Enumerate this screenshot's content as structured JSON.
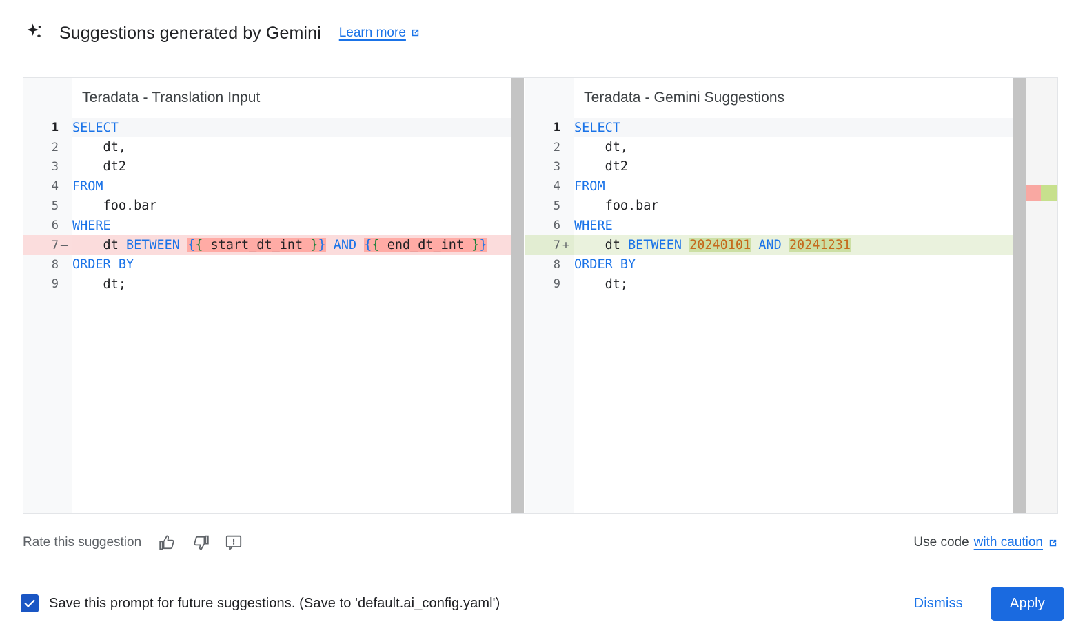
{
  "header": {
    "icon": "sparkle-icon",
    "title": "Suggestions generated by Gemini",
    "learn_more": "Learn more",
    "learn_more_icon": "external-link-icon"
  },
  "diff": {
    "left": {
      "title": "Teradata - Translation Input",
      "lines": [
        {
          "n": "1",
          "sign": "",
          "state": "active",
          "indent": false,
          "tokens": [
            {
              "t": "SELECT",
              "c": "kw"
            }
          ]
        },
        {
          "n": "2",
          "sign": "",
          "state": "",
          "indent": true,
          "tokens": [
            {
              "t": "    dt,",
              "c": ""
            }
          ]
        },
        {
          "n": "3",
          "sign": "",
          "state": "",
          "indent": true,
          "tokens": [
            {
              "t": "    dt2",
              "c": ""
            }
          ]
        },
        {
          "n": "4",
          "sign": "",
          "state": "",
          "indent": false,
          "tokens": [
            {
              "t": "FROM",
              "c": "kw"
            }
          ]
        },
        {
          "n": "5",
          "sign": "",
          "state": "",
          "indent": true,
          "tokens": [
            {
              "t": "    foo.bar",
              "c": ""
            }
          ]
        },
        {
          "n": "6",
          "sign": "",
          "state": "",
          "indent": false,
          "tokens": [
            {
              "t": "WHERE",
              "c": "kw"
            }
          ]
        },
        {
          "n": "7",
          "sign": "–",
          "state": "del",
          "indent": false,
          "tokens": [
            {
              "t": "    dt ",
              "c": ""
            },
            {
              "t": "BETWEEN",
              "c": "kw"
            },
            {
              "t": " ",
              "c": ""
            },
            {
              "t": "{",
              "c": "tpl-open hl-del"
            },
            {
              "t": "{",
              "c": "tpl-close hl-del"
            },
            {
              "t": " start_dt_int ",
              "c": "hl-del"
            },
            {
              "t": "}",
              "c": "tpl-close hl-del"
            },
            {
              "t": "}",
              "c": "tpl-open hl-del"
            },
            {
              "t": " ",
              "c": ""
            },
            {
              "t": "AND",
              "c": "kw"
            },
            {
              "t": " ",
              "c": ""
            },
            {
              "t": "{",
              "c": "tpl-open hl-del"
            },
            {
              "t": "{",
              "c": "tpl-close hl-del"
            },
            {
              "t": " end_dt_int ",
              "c": "hl-del"
            },
            {
              "t": "}",
              "c": "tpl-close hl-del"
            },
            {
              "t": "}",
              "c": "tpl-open hl-del"
            }
          ]
        },
        {
          "n": "8",
          "sign": "",
          "state": "",
          "indent": false,
          "tokens": [
            {
              "t": "ORDER BY",
              "c": "kw"
            }
          ]
        },
        {
          "n": "9",
          "sign": "",
          "state": "",
          "indent": true,
          "tokens": [
            {
              "t": "    dt;",
              "c": ""
            }
          ]
        }
      ]
    },
    "right": {
      "title": "Teradata - Gemini Suggestions",
      "lines": [
        {
          "n": "1",
          "sign": "",
          "state": "active",
          "indent": false,
          "tokens": [
            {
              "t": "SELECT",
              "c": "kw"
            }
          ]
        },
        {
          "n": "2",
          "sign": "",
          "state": "",
          "indent": true,
          "tokens": [
            {
              "t": "    dt,",
              "c": ""
            }
          ]
        },
        {
          "n": "3",
          "sign": "",
          "state": "",
          "indent": true,
          "tokens": [
            {
              "t": "    dt2",
              "c": ""
            }
          ]
        },
        {
          "n": "4",
          "sign": "",
          "state": "",
          "indent": false,
          "tokens": [
            {
              "t": "FROM",
              "c": "kw"
            }
          ]
        },
        {
          "n": "5",
          "sign": "",
          "state": "",
          "indent": true,
          "tokens": [
            {
              "t": "    foo.bar",
              "c": ""
            }
          ]
        },
        {
          "n": "6",
          "sign": "",
          "state": "",
          "indent": false,
          "tokens": [
            {
              "t": "WHERE",
              "c": "kw"
            }
          ]
        },
        {
          "n": "7",
          "sign": "+",
          "state": "add",
          "indent": false,
          "tokens": [
            {
              "t": "    dt ",
              "c": ""
            },
            {
              "t": "BETWEEN",
              "c": "kw"
            },
            {
              "t": " ",
              "c": ""
            },
            {
              "t": "20240101",
              "c": "num-lit hl-add"
            },
            {
              "t": " ",
              "c": ""
            },
            {
              "t": "AND",
              "c": "kw"
            },
            {
              "t": " ",
              "c": ""
            },
            {
              "t": "20241231",
              "c": "num-lit hl-add"
            }
          ]
        },
        {
          "n": "8",
          "sign": "",
          "state": "",
          "indent": false,
          "tokens": [
            {
              "t": "ORDER BY",
              "c": "kw"
            }
          ]
        },
        {
          "n": "9",
          "sign": "",
          "state": "",
          "indent": true,
          "tokens": [
            {
              "t": "    dt;",
              "c": ""
            }
          ]
        }
      ],
      "minimap": {
        "deleted_marker_color": "#f9a8a2",
        "added_marker_color": "#c7e08d"
      }
    }
  },
  "rate": {
    "label": "Rate this suggestion",
    "thumb_up_icon": "thumb-up-icon",
    "thumb_down_icon": "thumb-down-icon",
    "report_icon": "report-feedback-icon",
    "use_code_prefix": "Use code",
    "caution_link": "with caution",
    "caution_icon": "external-link-icon"
  },
  "footer": {
    "checkbox_checked": true,
    "checkbox_label": "Save this prompt for future suggestions. (Save to 'default.ai_config.yaml')",
    "dismiss_label": "Dismiss",
    "apply_label": "Apply"
  },
  "colors": {
    "accent_blue": "#1a73e8",
    "apply_button": "#1a6ae0",
    "keyword_blue": "#1a73e8",
    "number_orange": "#c5691b",
    "delete_row": "#fbdcdc",
    "delete_token": "#ffaba5",
    "add_row": "#eaf2dd",
    "add_token": "#ccdfa4"
  }
}
